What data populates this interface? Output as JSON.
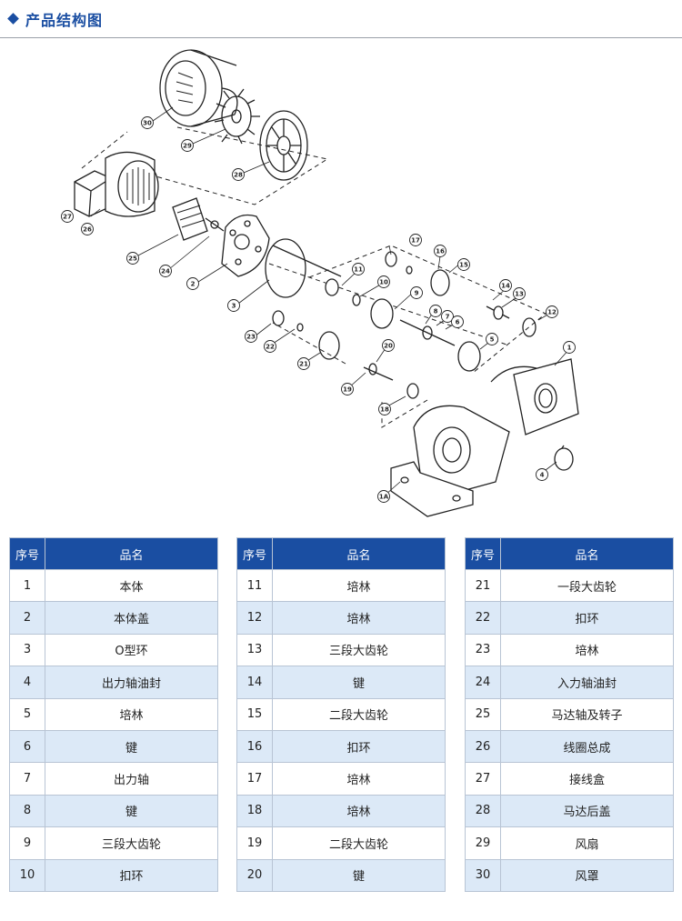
{
  "header": {
    "title": "产品结构图"
  },
  "diagram": {
    "callouts": [
      {
        "id": "30",
        "label": "30"
      },
      {
        "id": "29",
        "label": "29"
      },
      {
        "id": "28",
        "label": "28"
      },
      {
        "id": "27",
        "label": "27"
      },
      {
        "id": "26",
        "label": "26"
      },
      {
        "id": "25",
        "label": "25"
      },
      {
        "id": "24",
        "label": "24"
      },
      {
        "id": "2",
        "label": "2"
      },
      {
        "id": "3",
        "label": "3"
      },
      {
        "id": "17",
        "label": "17"
      },
      {
        "id": "16",
        "label": "16"
      },
      {
        "id": "15",
        "label": "15"
      },
      {
        "id": "11",
        "label": "11"
      },
      {
        "id": "10",
        "label": "10"
      },
      {
        "id": "9",
        "label": "9"
      },
      {
        "id": "14",
        "label": "14"
      },
      {
        "id": "13",
        "label": "13"
      },
      {
        "id": "8",
        "label": "8"
      },
      {
        "id": "7",
        "label": "7"
      },
      {
        "id": "6",
        "label": "6"
      },
      {
        "id": "12",
        "label": "12"
      },
      {
        "id": "23",
        "label": "23"
      },
      {
        "id": "22",
        "label": "22"
      },
      {
        "id": "21",
        "label": "21"
      },
      {
        "id": "20",
        "label": "20"
      },
      {
        "id": "5",
        "label": "5"
      },
      {
        "id": "1",
        "label": "1"
      },
      {
        "id": "19",
        "label": "19"
      },
      {
        "id": "18",
        "label": "18"
      },
      {
        "id": "4",
        "label": "4"
      },
      {
        "id": "1A",
        "label": "1A"
      }
    ]
  },
  "table": {
    "headers": {
      "no": "序号",
      "name": "品名"
    },
    "columns": [
      [
        {
          "no": "1",
          "name": "本体"
        },
        {
          "no": "2",
          "name": "本体盖"
        },
        {
          "no": "3",
          "name": "O型环"
        },
        {
          "no": "4",
          "name": "出力轴油封"
        },
        {
          "no": "5",
          "name": "培林"
        },
        {
          "no": "6",
          "name": "键"
        },
        {
          "no": "7",
          "name": "出力轴"
        },
        {
          "no": "8",
          "name": "键"
        },
        {
          "no": "9",
          "name": "三段大齿轮"
        },
        {
          "no": "10",
          "name": "扣环"
        }
      ],
      [
        {
          "no": "11",
          "name": "培林"
        },
        {
          "no": "12",
          "name": "培林"
        },
        {
          "no": "13",
          "name": "三段大齿轮"
        },
        {
          "no": "14",
          "name": "键"
        },
        {
          "no": "15",
          "name": "二段大齿轮"
        },
        {
          "no": "16",
          "name": "扣环"
        },
        {
          "no": "17",
          "name": "培林"
        },
        {
          "no": "18",
          "name": "培林"
        },
        {
          "no": "19",
          "name": "二段大齿轮"
        },
        {
          "no": "20",
          "name": "键"
        }
      ],
      [
        {
          "no": "21",
          "name": "一段大齿轮"
        },
        {
          "no": "22",
          "name": "扣环"
        },
        {
          "no": "23",
          "name": "培林"
        },
        {
          "no": "24",
          "name": "入力轴油封"
        },
        {
          "no": "25",
          "name": "马达轴及转子"
        },
        {
          "no": "26",
          "name": "线圈总成"
        },
        {
          "no": "27",
          "name": "接线盒"
        },
        {
          "no": "28",
          "name": "马达后盖"
        },
        {
          "no": "29",
          "name": "风扇"
        },
        {
          "no": "30",
          "name": "风罩"
        }
      ]
    ]
  },
  "colors": {
    "accent": "#1a4ea2",
    "row_alt": "#dce9f7",
    "line": "#222222"
  }
}
